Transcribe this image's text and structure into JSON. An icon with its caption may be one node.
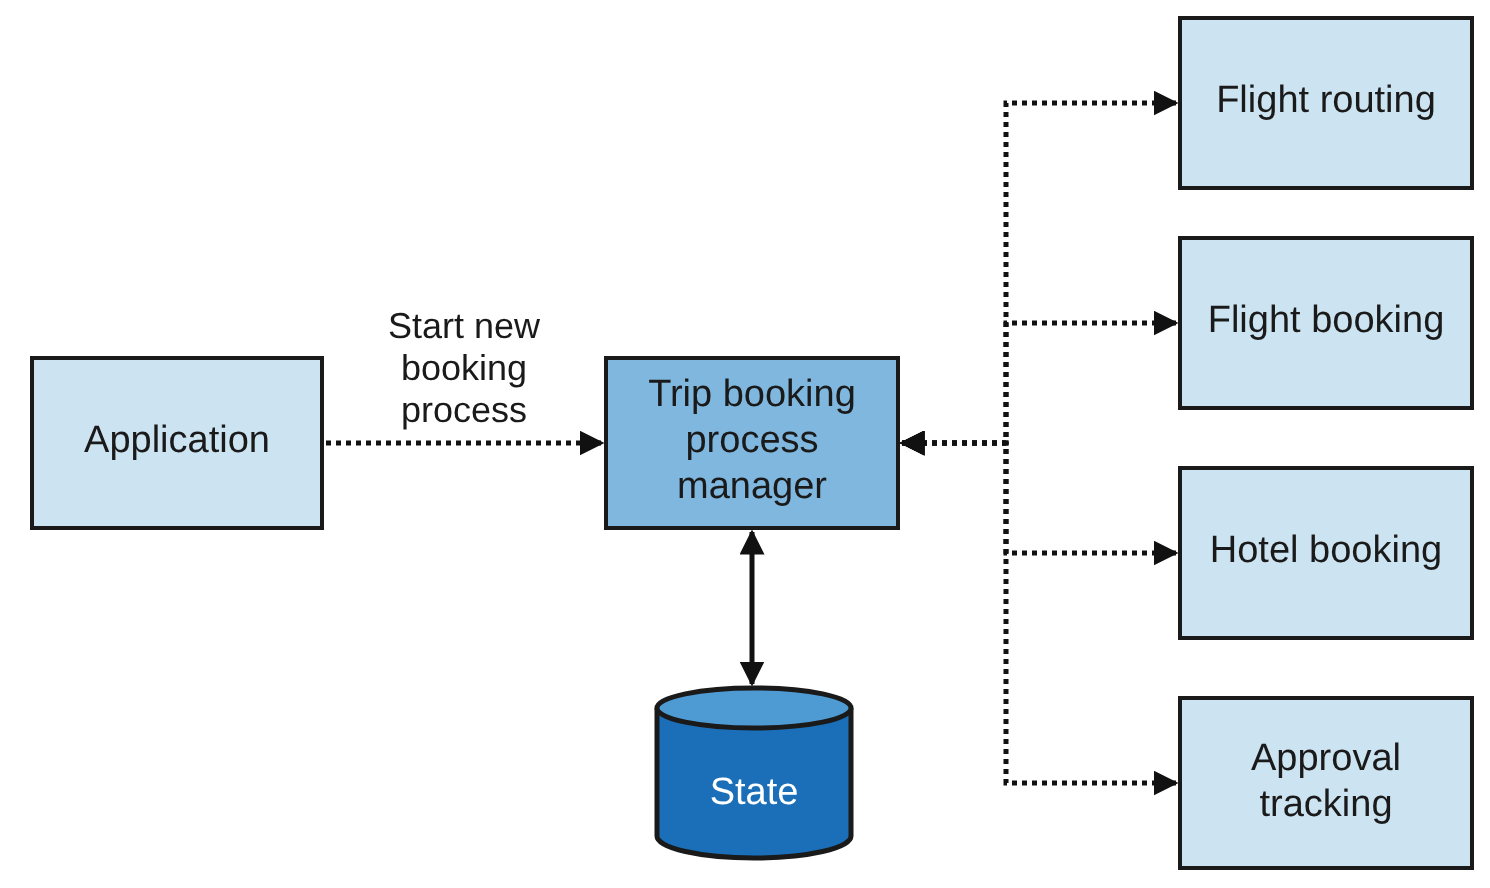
{
  "diagram": {
    "nodes": [
      {
        "text": [
          "Application"
        ]
      },
      {
        "text": [
          "Trip booking process manager"
        ]
      },
      {
        "text": [
          "State"
        ]
      },
      {
        "text": [
          "Flight routing"
        ]
      },
      {
        "text": [
          "Flight booking"
        ]
      },
      {
        "text": [
          "Hotel booking"
        ]
      },
      {
        "text": [
          "Approval tracking"
        ]
      }
    ],
    "edges": [
      {
        "from": 0,
        "to": 1,
        "arrow": "to",
        "style": "dashed",
        "label": "Start new booking process"
      },
      {
        "from": 1,
        "to": 2,
        "arrow": "both"
      },
      {
        "from": 1,
        "to": 3,
        "arrow": "both",
        "style": "dashed"
      },
      {
        "from": 1,
        "to": 4,
        "arrow": "both",
        "style": "dashed"
      },
      {
        "from": 1,
        "to": 5,
        "arrow": "both",
        "style": "dashed"
      },
      {
        "from": 1,
        "to": 6,
        "arrow": "both",
        "style": "dashed"
      }
    ]
  }
}
